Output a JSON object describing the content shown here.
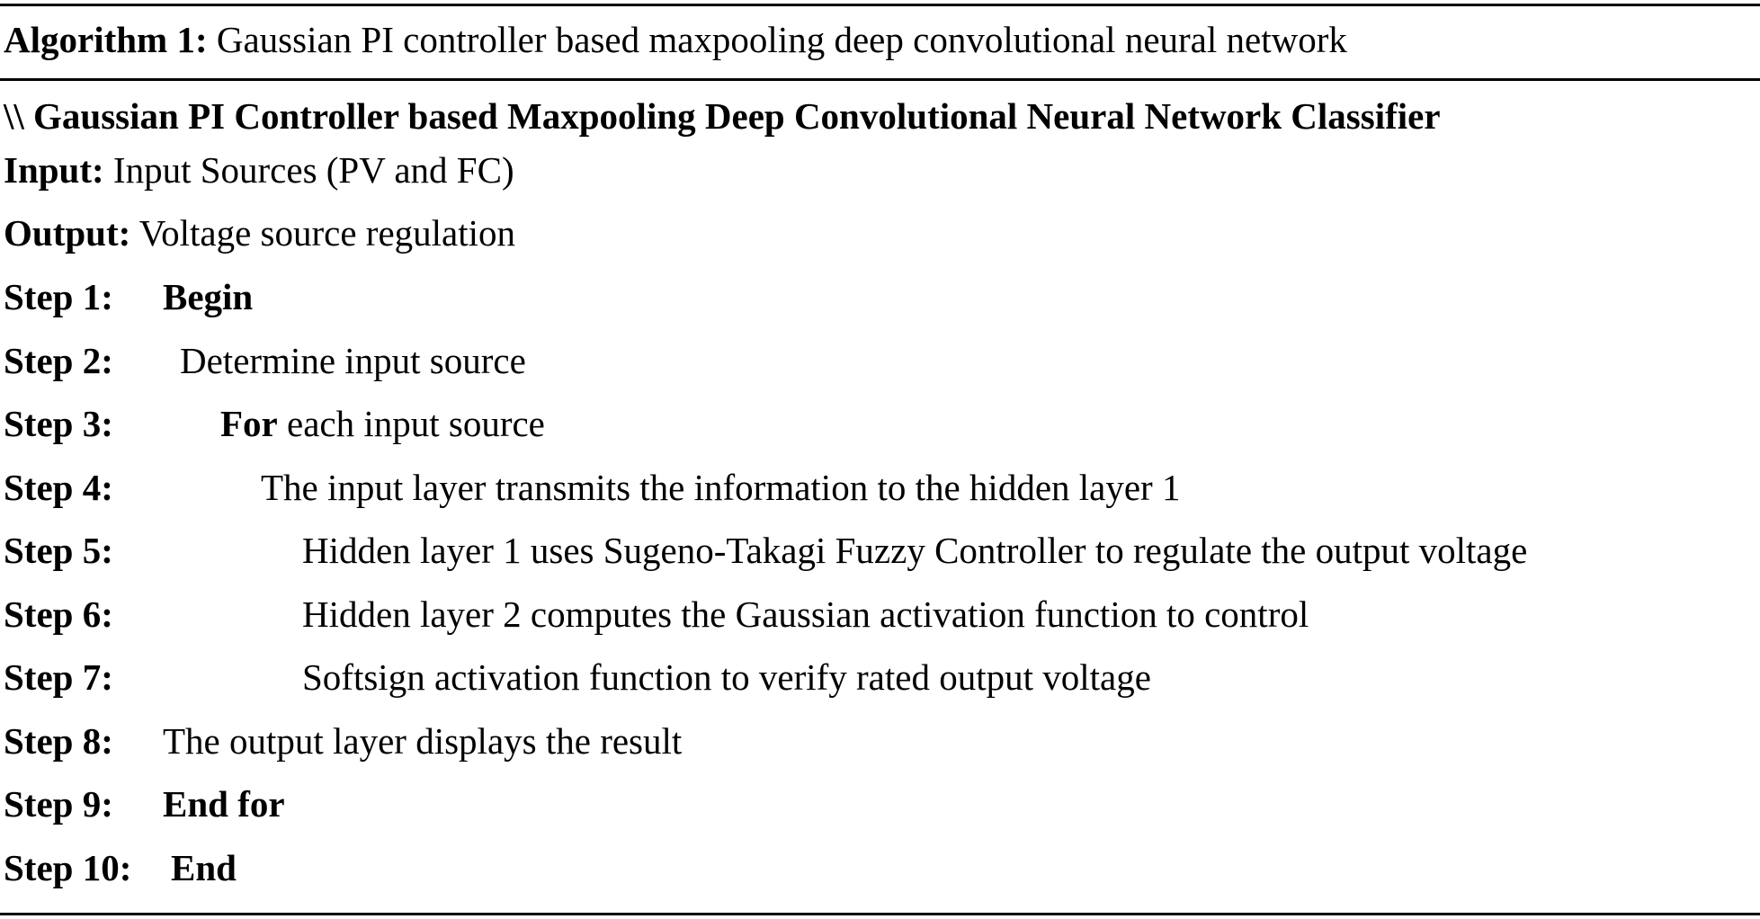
{
  "caption": {
    "label": "Algorithm 1:",
    "text": "Gaussian PI controller based maxpooling deep convolutional neural network"
  },
  "heading": "\\\\ Gaussian PI Controller based Maxpooling Deep Convolutional Neural Network Classifier",
  "input": {
    "label": "Input:",
    "text": "Input Sources (PV and FC)"
  },
  "output": {
    "label": "Output:",
    "text": "Voltage source regulation"
  },
  "steps": [
    {
      "label": "Step 1:",
      "keyword": "Begin",
      "text": ""
    },
    {
      "label": "Step 2:",
      "keyword": "",
      "text": "Determine input source"
    },
    {
      "label": "Step 3:",
      "keyword": "For",
      "text": " each input source"
    },
    {
      "label": "Step 4:",
      "keyword": "",
      "text": "The input layer transmits the information to the hidden layer 1"
    },
    {
      "label": "Step 5:",
      "keyword": "",
      "text": "Hidden layer 1 uses Sugeno-Takagi Fuzzy Controller to regulate the output voltage"
    },
    {
      "label": "Step 6:",
      "keyword": "",
      "text": "Hidden layer 2 computes the Gaussian activation function to control"
    },
    {
      "label": "Step 7:",
      "keyword": "",
      "text": "Softsign activation function to verify rated output voltage"
    },
    {
      "label": "Step 8:",
      "keyword": "",
      "text": "The output layer displays the result"
    },
    {
      "label": "Step 9:",
      "keyword": "End for",
      "text": ""
    },
    {
      "label": "Step 10:",
      "keyword": "End",
      "text": ""
    }
  ]
}
